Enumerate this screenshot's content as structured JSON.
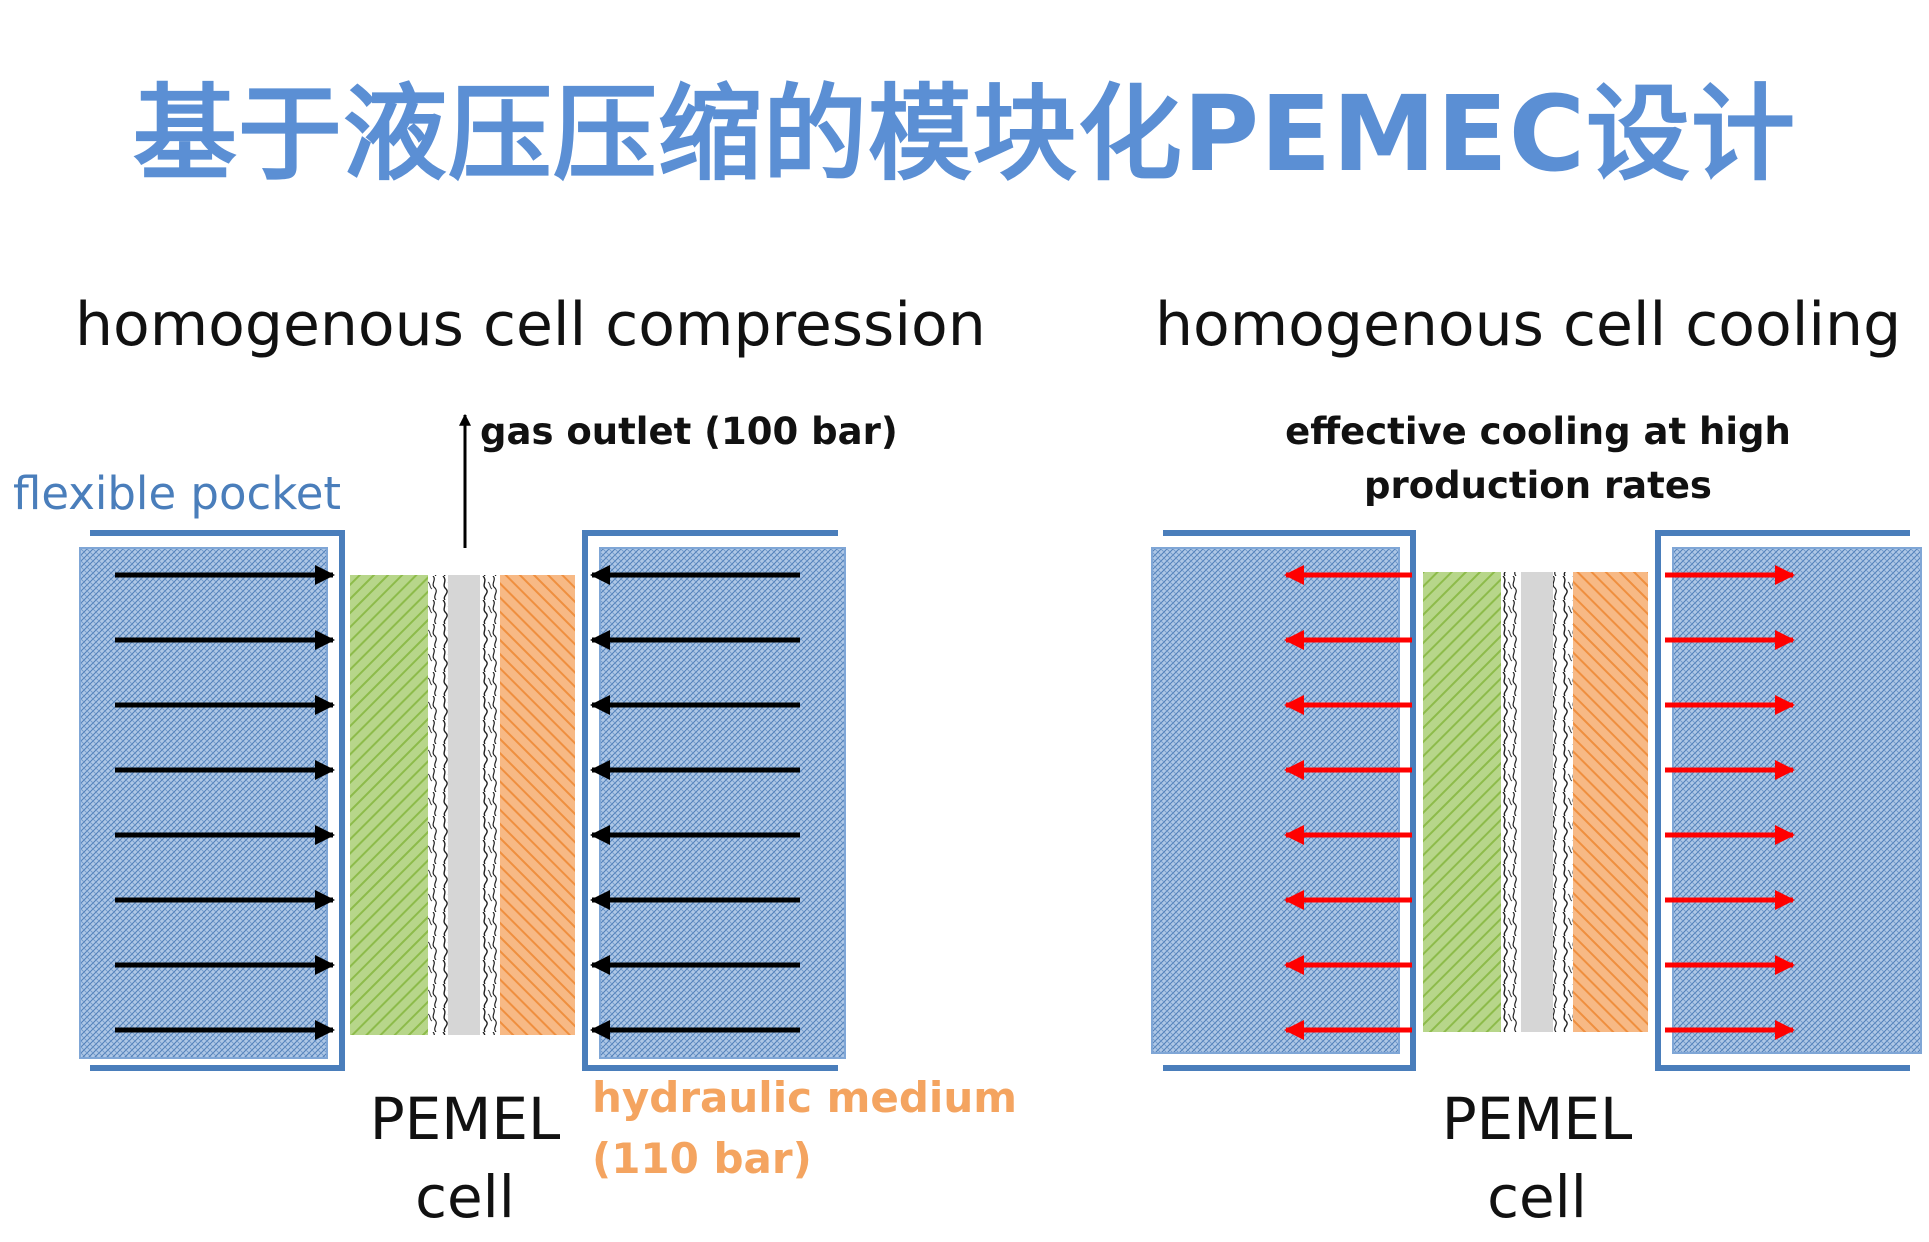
{
  "title": "基于液压压缩的模块化PEMEC设计",
  "left_panel": {
    "heading": "homogenous cell compression",
    "gas_outlet_label": "gas outlet (100 bar)",
    "pocket_label": "flexible pocket",
    "cell_label_line1": "PEMEL",
    "cell_label_line2": "cell",
    "hydraulic_line1": "hydraulic medium",
    "hydraulic_line2": "(110 bar)"
  },
  "right_panel": {
    "heading": "homogenous cell cooling",
    "cooling_line1": "effective cooling at high",
    "cooling_line2": "production rates",
    "cell_label_line1": "PEMEL",
    "cell_label_line2": "cell"
  },
  "colors": {
    "title": "#5b8fd4",
    "pocket_frame": "#4a7ebb",
    "pocket_fill": "#a9c3e4",
    "green_layer": "#a6cc6a",
    "orange_layer": "#f4a460",
    "membrane": "#d4d4d4",
    "compression_arrow": "#000000",
    "cooling_arrow": "#ff0000"
  },
  "icons": {
    "compression_arrow": "arrow-icon",
    "cooling_arrow": "red-arrow-icon"
  }
}
